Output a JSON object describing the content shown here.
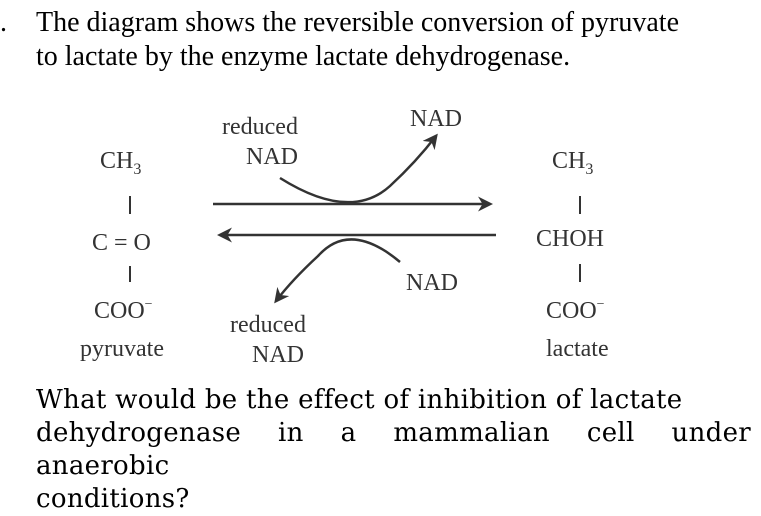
{
  "question": {
    "number": ".",
    "intro_line1": "The diagram shows the reversible conversion of pyruvate",
    "intro_line2": "to lactate by the enzyme lactate dehydrogenase.",
    "prompt_line1": "What would be the effect of inhibition of lactate",
    "prompt_line2": "dehydrogenase in a mammalian cell under anaerobic",
    "prompt_line3": "conditions?"
  },
  "diagram": {
    "pyruvate": {
      "top_group": "CH",
      "top_group_subscript": "3",
      "middle_group": "C = O",
      "bottom_group": "COO",
      "bottom_charge": "−",
      "name": "pyruvate"
    },
    "lactate": {
      "top_group": "CH",
      "top_group_subscript": "3",
      "middle_group": "CHOH",
      "bottom_group": "COO",
      "bottom_charge": "−",
      "name": "lactate"
    },
    "forward": {
      "input_line1": "reduced",
      "input_line2": "NAD",
      "output": "NAD"
    },
    "reverse": {
      "input": "NAD",
      "output_line1": "reduced",
      "output_line2": "NAD"
    }
  }
}
